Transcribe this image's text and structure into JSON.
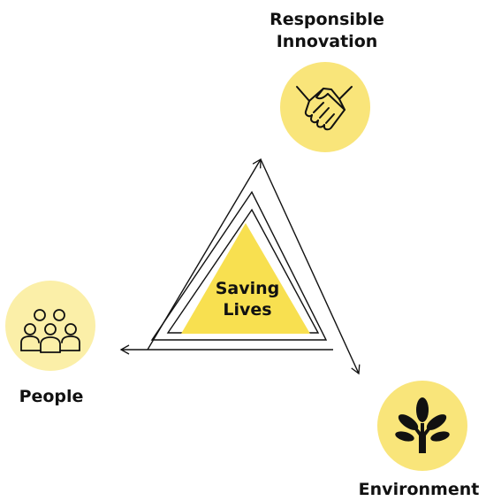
{
  "center": {
    "line1": "Saving",
    "line2": "Lives"
  },
  "nodes": {
    "responsible_innovation": {
      "line1": "Responsible",
      "line2": "Innovation",
      "icon": "handshake-icon"
    },
    "people": {
      "label": "People",
      "icon": "people-group-icon"
    },
    "environment": {
      "label": "Environment",
      "icon": "tree-icon"
    }
  },
  "colors": {
    "accent_yellow": "#F8E050",
    "circle_yellow": "#F9E57A",
    "people_circle": "#FBEFA8",
    "stroke": "#111111",
    "background": "#FFFFFF"
  }
}
